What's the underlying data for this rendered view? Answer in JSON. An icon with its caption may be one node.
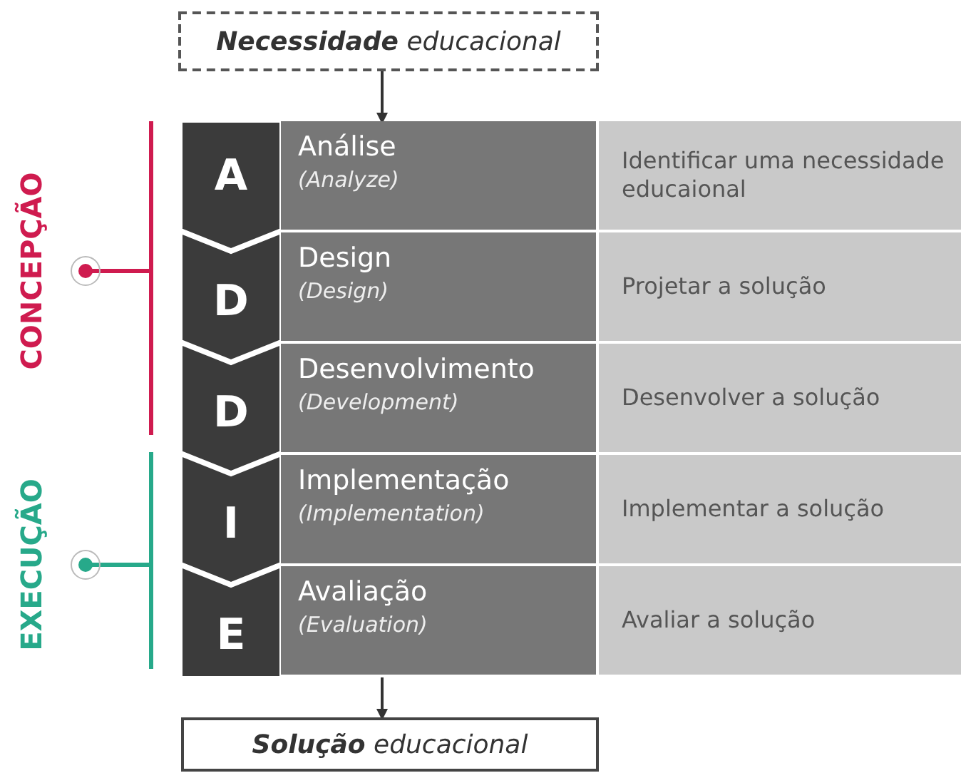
{
  "diagram": {
    "nodes": [
      {
        "text": [
          "**Necessidade** educacional"
        ]
      },
      {
        "text": [
          "A"
        ]
      },
      {
        "text": [
          "Análise",
          "(Analyze)"
        ]
      },
      {
        "text": [
          "Identificar uma necessidade educaional"
        ]
      },
      {
        "text": [
          "D"
        ]
      },
      {
        "text": [
          "Design",
          "(Design)"
        ]
      },
      {
        "text": [
          "Projetar a solução"
        ]
      },
      {
        "text": [
          "D"
        ]
      },
      {
        "text": [
          "Desenvolvimento",
          "(Development)"
        ]
      },
      {
        "text": [
          "Desenvolver a solução"
        ]
      },
      {
        "text": [
          "I"
        ]
      },
      {
        "text": [
          "Implementação",
          "(Implementation)"
        ]
      },
      {
        "text": [
          "Implementar a solução"
        ]
      },
      {
        "text": [
          "E"
        ]
      },
      {
        "text": [
          "Avaliação",
          "(Evaluation)"
        ]
      },
      {
        "text": [
          "Avaliar a solução"
        ]
      },
      {
        "text": [
          "**Solução** educacional"
        ]
      }
    ],
    "edges": [
      {
        "from": 0,
        "to": 2,
        "arrow": "to"
      },
      {
        "from": 14,
        "to": 16,
        "arrow": "to"
      }
    ],
    "labels": [
      "CONCEPÇÃO",
      "EXECUÇÃO"
    ]
  }
}
